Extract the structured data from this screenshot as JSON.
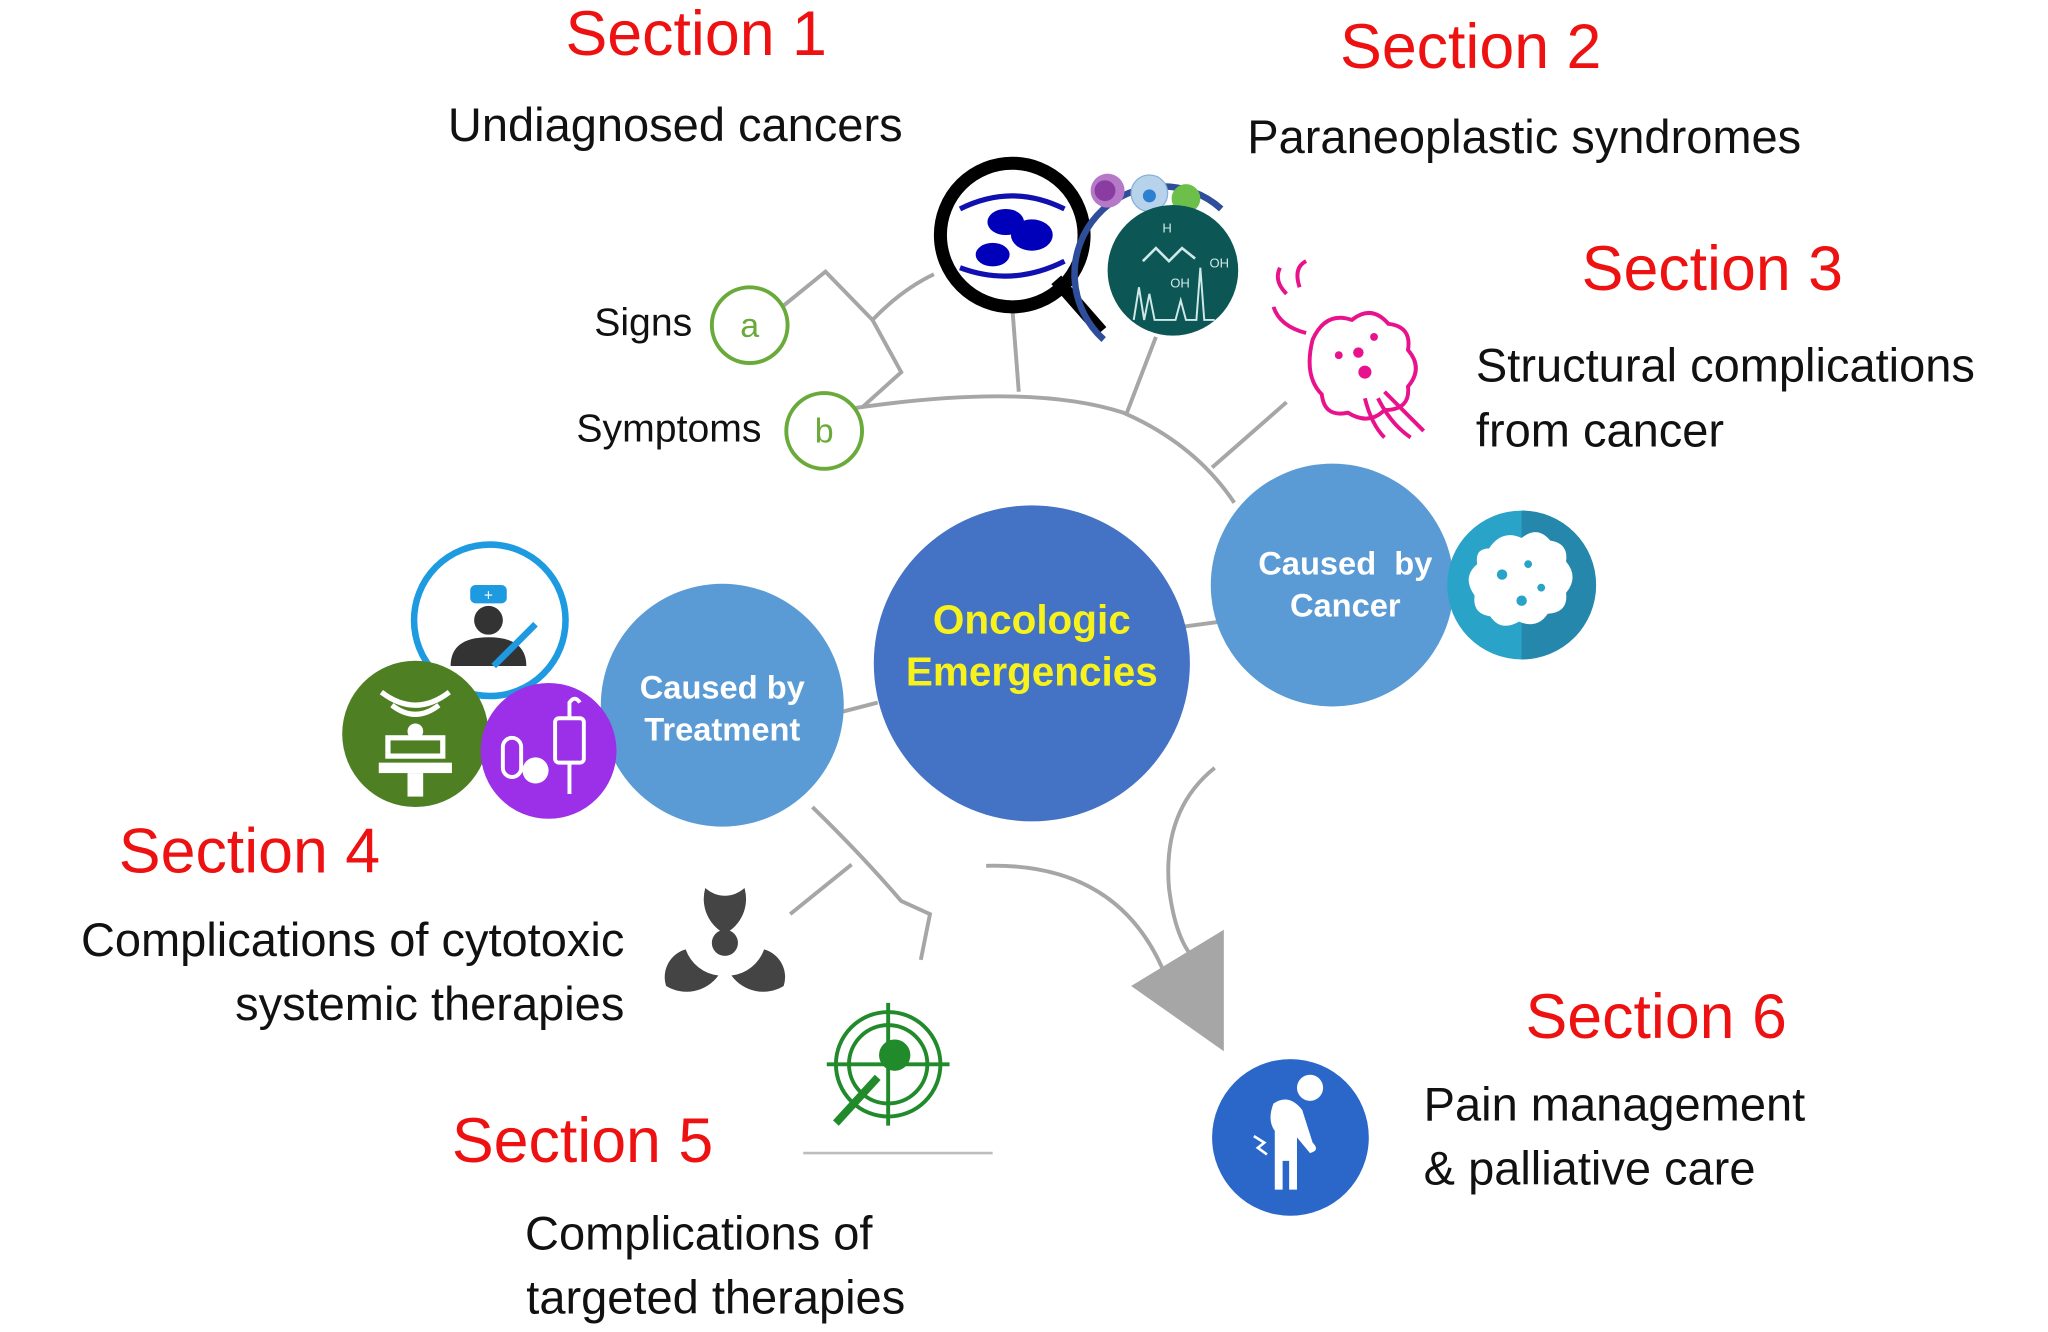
{
  "diagram": {
    "center": {
      "title_line1": "Oncologic",
      "title_line2": "Emergencies",
      "color": "#4472c4",
      "text_color": "#f7f21c"
    },
    "branches": {
      "cancer": {
        "label_line1": "Caused  by",
        "label_line2": "Cancer",
        "color": "#5b9bd5"
      },
      "treatment": {
        "label_line1": "Caused by",
        "label_line2": "Treatment",
        "color": "#5b9bd5"
      }
    },
    "sections": [
      {
        "id": 1,
        "title": "Section 1",
        "desc_lines": [
          "Undiagnosed cancers"
        ],
        "icon": "magnifier-cells-icon"
      },
      {
        "id": 2,
        "title": "Section 2",
        "desc_lines": [
          "Paraneoplastic syndromes"
        ],
        "icon": "cells-molecule-icon"
      },
      {
        "id": 3,
        "title": "Section 3",
        "desc_lines": [
          "Structural complications",
          "from cancer"
        ],
        "icon": "tumor-cell-icon"
      },
      {
        "id": 4,
        "title": "Section 4",
        "desc_lines": [
          "Complications of cytotoxic",
          "systemic therapies"
        ],
        "icon": "biohazard-icon"
      },
      {
        "id": 5,
        "title": "Section 5",
        "desc_lines": [
          "Complications of",
          "targeted therapies"
        ],
        "icon": "target-virus-icon"
      },
      {
        "id": 6,
        "title": "Section 6",
        "desc_lines": [
          "Pain management",
          "& palliative care"
        ],
        "icon": "pain-person-icon"
      }
    ],
    "subitems": [
      {
        "letter": "a",
        "label": "Signs"
      },
      {
        "letter": "b",
        "label": "Symptoms"
      }
    ],
    "colors": {
      "section_title": "#ee1111",
      "connector": "#a6a6a6",
      "subitem_circle": "#6aaa3a"
    }
  }
}
